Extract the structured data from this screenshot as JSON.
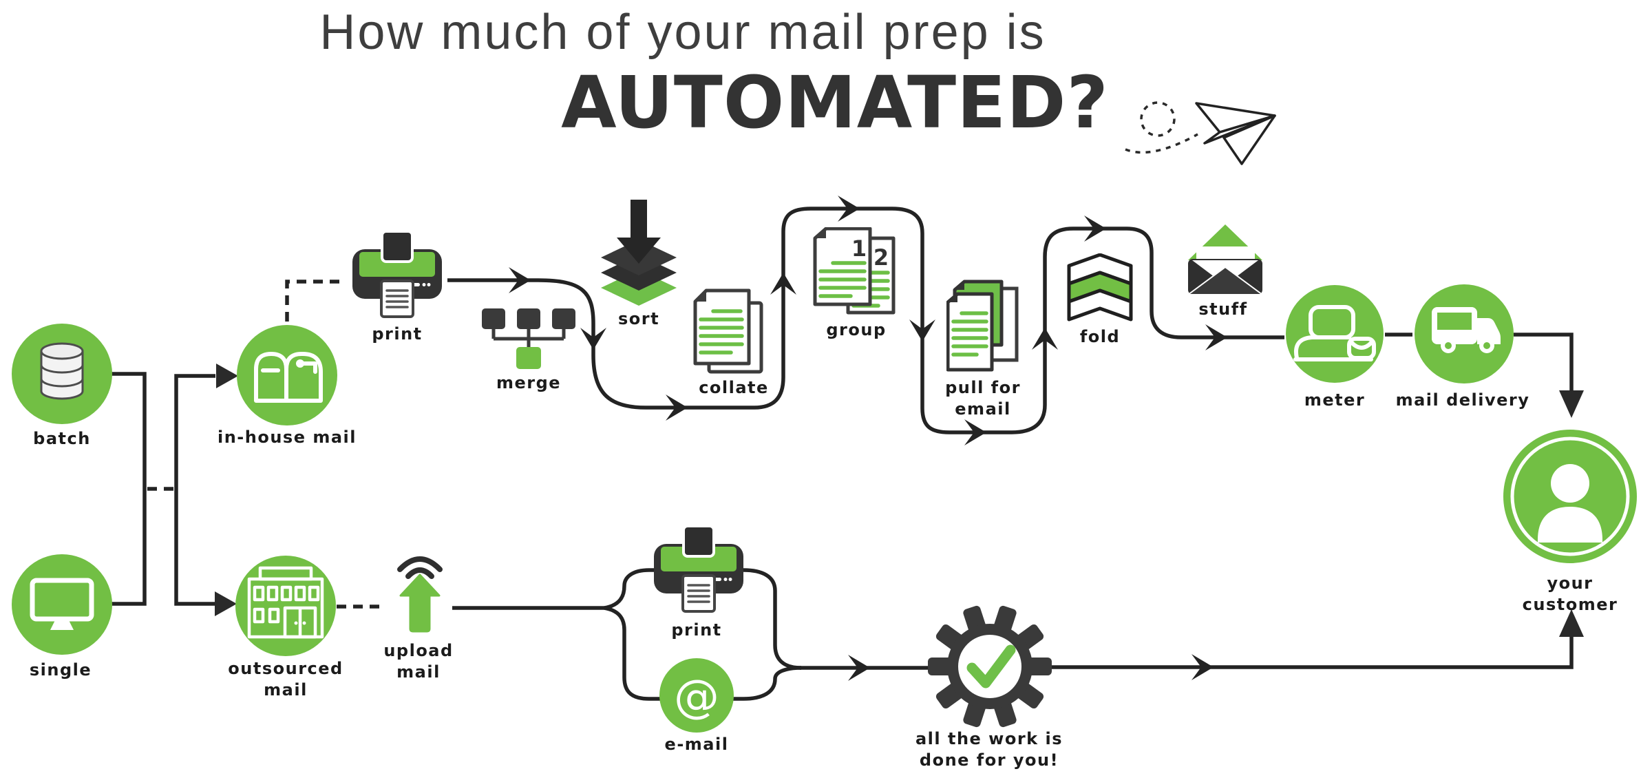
{
  "title": {
    "line1": "How much of your mail prep is",
    "line2": "AUTOMATED?"
  },
  "colors": {
    "green": "#72bf44",
    "dark": "#333333",
    "line": "#232323",
    "doc_border": "#3d3d3d",
    "white": "#ffffff"
  },
  "nodes": {
    "batch": {
      "label": "batch",
      "icon": "database-icon"
    },
    "single": {
      "label": "single",
      "icon": "monitor-icon"
    },
    "in_house_mail": {
      "label": "in-house mail",
      "icon": "mailbox-icon"
    },
    "outsourced_mail": {
      "label": "outsourced\nmail",
      "icon": "building-icon"
    },
    "print_top": {
      "label": "print",
      "icon": "printer-icon"
    },
    "merge": {
      "label": "merge",
      "icon": "merge-tree-icon"
    },
    "sort": {
      "label": "sort",
      "icon": "stack-arrow-icon"
    },
    "collate": {
      "label": "collate",
      "icon": "documents-icon"
    },
    "group": {
      "label": "group",
      "doc1": "1",
      "doc2": "2",
      "icon": "numbered-documents-icon"
    },
    "pull_for_email": {
      "label": "pull for\nemail",
      "icon": "document-stack-icon"
    },
    "fold": {
      "label": "fold",
      "icon": "zfold-paper-icon"
    },
    "stuff": {
      "label": "stuff",
      "icon": "envelope-icon"
    },
    "meter": {
      "label": "meter",
      "icon": "postage-meter-icon"
    },
    "mail_delivery": {
      "label": "mail delivery",
      "icon": "truck-icon"
    },
    "your_customer": {
      "label": "your customer",
      "icon": "person-icon"
    },
    "upload_mail": {
      "label": "upload\nmail",
      "icon": "upload-arrow-icon"
    },
    "print_bottom": {
      "label": "print",
      "icon": "printer-icon"
    },
    "email": {
      "label": "e-mail",
      "at_symbol": "@",
      "icon": "at-sign-icon"
    },
    "done_for_you": {
      "label": "all the work is\ndone for you!",
      "icon": "gear-check-icon"
    }
  }
}
